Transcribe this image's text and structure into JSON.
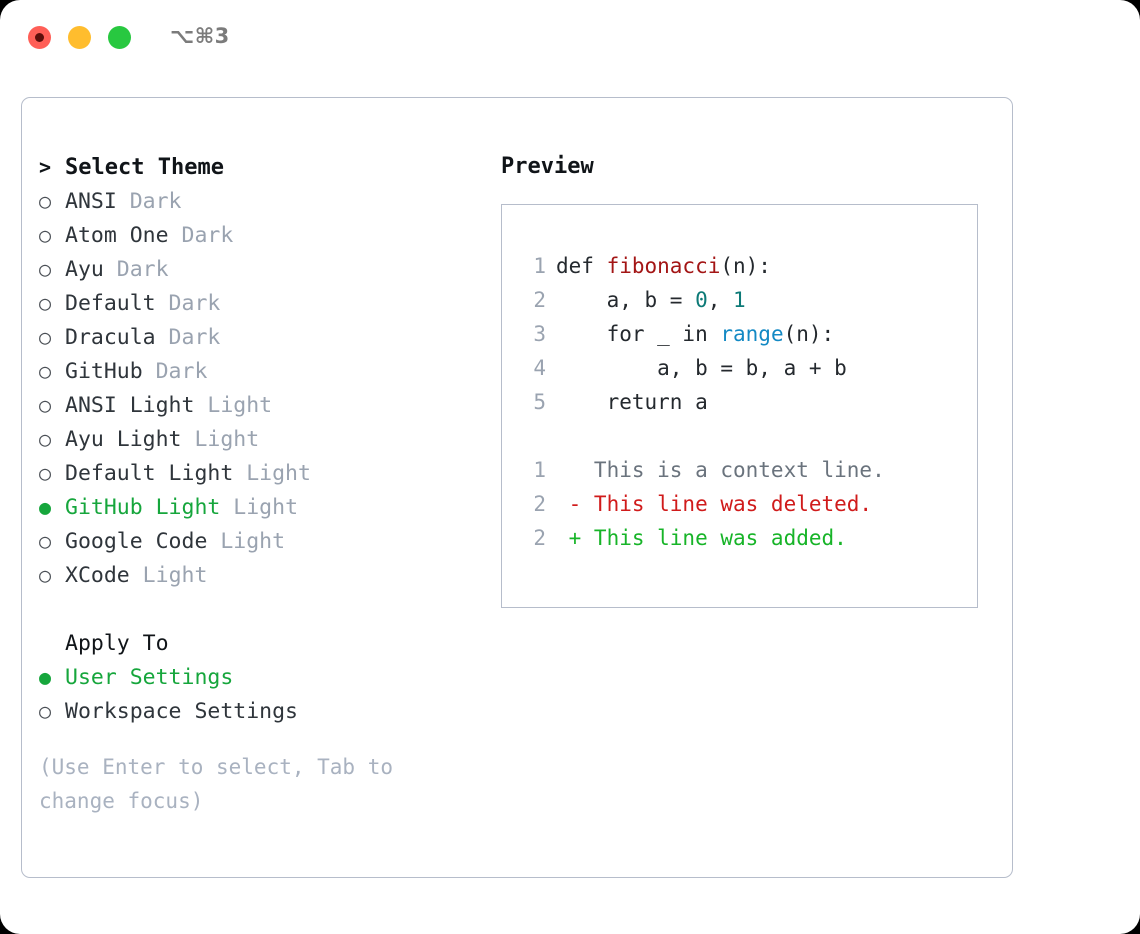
{
  "window": {
    "shortcut": "⌥⌘3",
    "traffic_lights": [
      {
        "name": "close",
        "color": "#ff5f57"
      },
      {
        "name": "minimize",
        "color": "#ffbd2e"
      },
      {
        "name": "maximize",
        "color": "#28c840"
      }
    ]
  },
  "theme_panel": {
    "header_marker": ">",
    "header": "Select Theme",
    "items": [
      {
        "marker": "○",
        "name": "ANSI",
        "kind": "Dark",
        "selected": false
      },
      {
        "marker": "○",
        "name": "Atom One",
        "kind": "Dark",
        "selected": false
      },
      {
        "marker": "○",
        "name": "Ayu",
        "kind": "Dark",
        "selected": false
      },
      {
        "marker": "○",
        "name": "Default",
        "kind": "Dark",
        "selected": false
      },
      {
        "marker": "○",
        "name": "Dracula",
        "kind": "Dark",
        "selected": false
      },
      {
        "marker": "○",
        "name": "GitHub",
        "kind": "Dark",
        "selected": false
      },
      {
        "marker": "○",
        "name": "ANSI Light",
        "kind": "Light",
        "selected": false
      },
      {
        "marker": "○",
        "name": "Ayu Light",
        "kind": "Light",
        "selected": false
      },
      {
        "marker": "○",
        "name": "Default Light",
        "kind": "Light",
        "selected": false
      },
      {
        "marker": "●",
        "name": "GitHub Light",
        "kind": "Light",
        "selected": true
      },
      {
        "marker": "○",
        "name": "Google Code",
        "kind": "Light",
        "selected": false
      },
      {
        "marker": "○",
        "name": "XCode",
        "kind": "Light",
        "selected": false
      }
    ]
  },
  "apply_to": {
    "header": "Apply To",
    "options": [
      {
        "marker": "●",
        "label": "User Settings",
        "selected": true
      },
      {
        "marker": "○",
        "label": "Workspace Settings",
        "selected": false
      }
    ]
  },
  "hint": "(Use Enter to select, Tab to change focus)",
  "preview": {
    "title": "Preview",
    "code_lines": [
      {
        "lineno": "1",
        "tokens": [
          {
            "text": "def ",
            "type": "plain"
          },
          {
            "text": "fibonacci",
            "type": "func"
          },
          {
            "text": "(n):",
            "type": "plain"
          }
        ]
      },
      {
        "lineno": "2",
        "tokens": [
          {
            "text": "    a, b = ",
            "type": "plain"
          },
          {
            "text": "0",
            "type": "num"
          },
          {
            "text": ", ",
            "type": "plain"
          },
          {
            "text": "1",
            "type": "num"
          }
        ]
      },
      {
        "lineno": "3",
        "tokens": [
          {
            "text": "    for _ in ",
            "type": "plain"
          },
          {
            "text": "range",
            "type": "builtin"
          },
          {
            "text": "(n):",
            "type": "plain"
          }
        ]
      },
      {
        "lineno": "4",
        "tokens": [
          {
            "text": "        a, b = b, a + b",
            "type": "plain"
          }
        ]
      },
      {
        "lineno": "5",
        "tokens": [
          {
            "text": "    return a",
            "type": "plain"
          }
        ]
      }
    ],
    "diff_lines": [
      {
        "lineno": "1",
        "sign": " ",
        "text": "This is a context line.",
        "type": "ctx"
      },
      {
        "lineno": "2",
        "sign": "-",
        "text": "This line was deleted.",
        "type": "del"
      },
      {
        "lineno": "2",
        "sign": "+",
        "text": "This line was added.",
        "type": "add"
      }
    ]
  },
  "colors": {
    "accent_green": "#16a63c",
    "muted": "#9aa3b0",
    "border": "#b6bdcb",
    "diff_add": "#17b428",
    "diff_del": "#d01b1b",
    "syntax_func": "#a31515",
    "syntax_num": "#0d7a77",
    "syntax_builtin": "#1389c4"
  }
}
